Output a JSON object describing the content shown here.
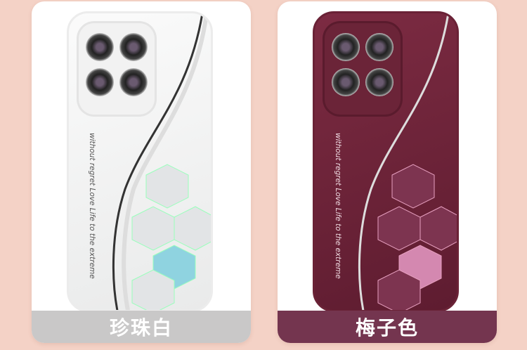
{
  "products": [
    {
      "color_label": "珍珠白",
      "slogan_line1": "without regret",
      "slogan_line2": "Love Life to the extreme",
      "phone_color": "#f4f4f4",
      "band_color": "#c9c8c8"
    },
    {
      "color_label": "梅子色",
      "slogan_line1": "without regret",
      "slogan_line2": "Love Life to the extreme",
      "phone_color": "#6b2437",
      "band_color": "#74354f"
    }
  ]
}
